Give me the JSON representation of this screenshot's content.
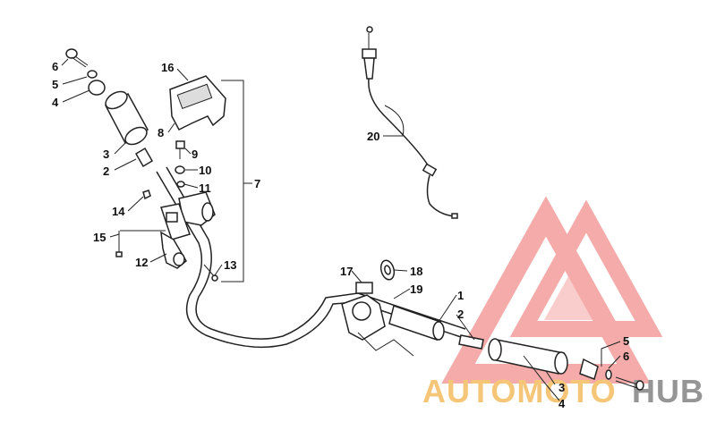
{
  "logo": {
    "text_left": "AUTOMOTO",
    "text_right": "HUB",
    "color_left": "#f6c06a",
    "color_right": "#8a8a8a",
    "triangle_color": "#f3a3a0"
  },
  "callouts": [
    {
      "id": "c6a",
      "text": "6"
    },
    {
      "id": "c5a",
      "text": "5"
    },
    {
      "id": "c4a",
      "text": "4"
    },
    {
      "id": "c16",
      "text": "16"
    },
    {
      "id": "c8",
      "text": "8"
    },
    {
      "id": "c3a",
      "text": "3"
    },
    {
      "id": "c2a",
      "text": "2"
    },
    {
      "id": "c9",
      "text": "9"
    },
    {
      "id": "c10",
      "text": "10"
    },
    {
      "id": "c11",
      "text": "11"
    },
    {
      "id": "c7",
      "text": "7"
    },
    {
      "id": "c14",
      "text": "14"
    },
    {
      "id": "c15",
      "text": "15"
    },
    {
      "id": "c12",
      "text": "12"
    },
    {
      "id": "c13",
      "text": "13"
    },
    {
      "id": "c20",
      "text": "20"
    },
    {
      "id": "c17",
      "text": "17"
    },
    {
      "id": "c18",
      "text": "18"
    },
    {
      "id": "c19",
      "text": "19"
    },
    {
      "id": "c1",
      "text": "1"
    },
    {
      "id": "c2b",
      "text": "2"
    },
    {
      "id": "c5b",
      "text": "5"
    },
    {
      "id": "c6b",
      "text": "6"
    },
    {
      "id": "c3b",
      "text": "3"
    },
    {
      "id": "c4b",
      "text": "4"
    }
  ],
  "colors": {
    "line": "#222222",
    "background": "#ffffff"
  }
}
